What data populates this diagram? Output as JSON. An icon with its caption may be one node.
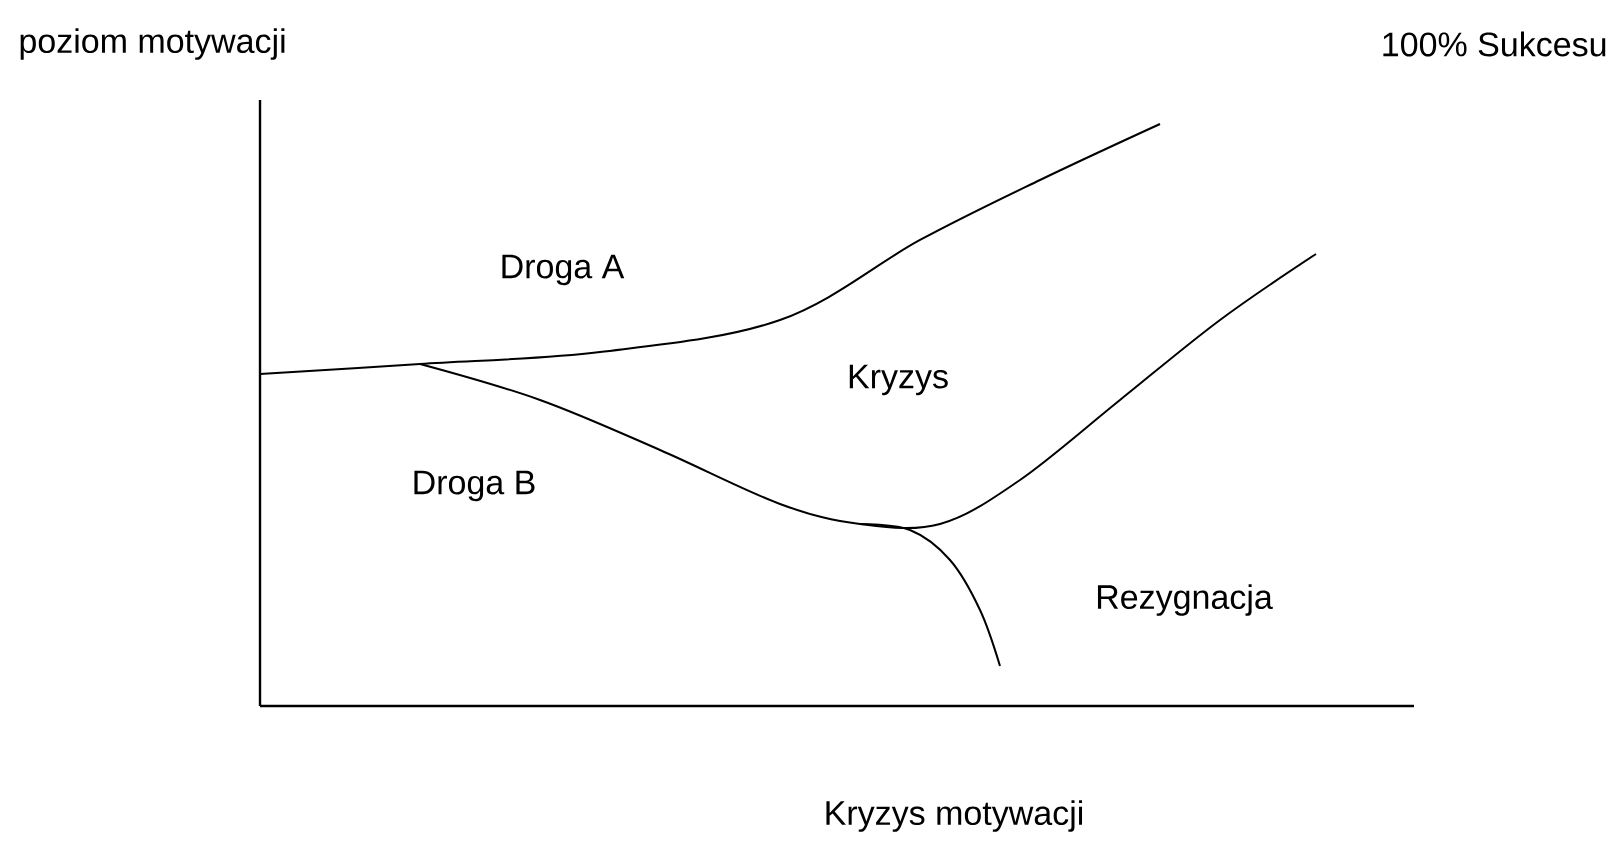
{
  "diagram": {
    "labels": [
      "poziom motywacji",
      "100% Sukcesu",
      "Droga A",
      "Kryzys",
      "Droga B",
      "Rezygnacja",
      "Kryzys motywacji"
    ]
  }
}
